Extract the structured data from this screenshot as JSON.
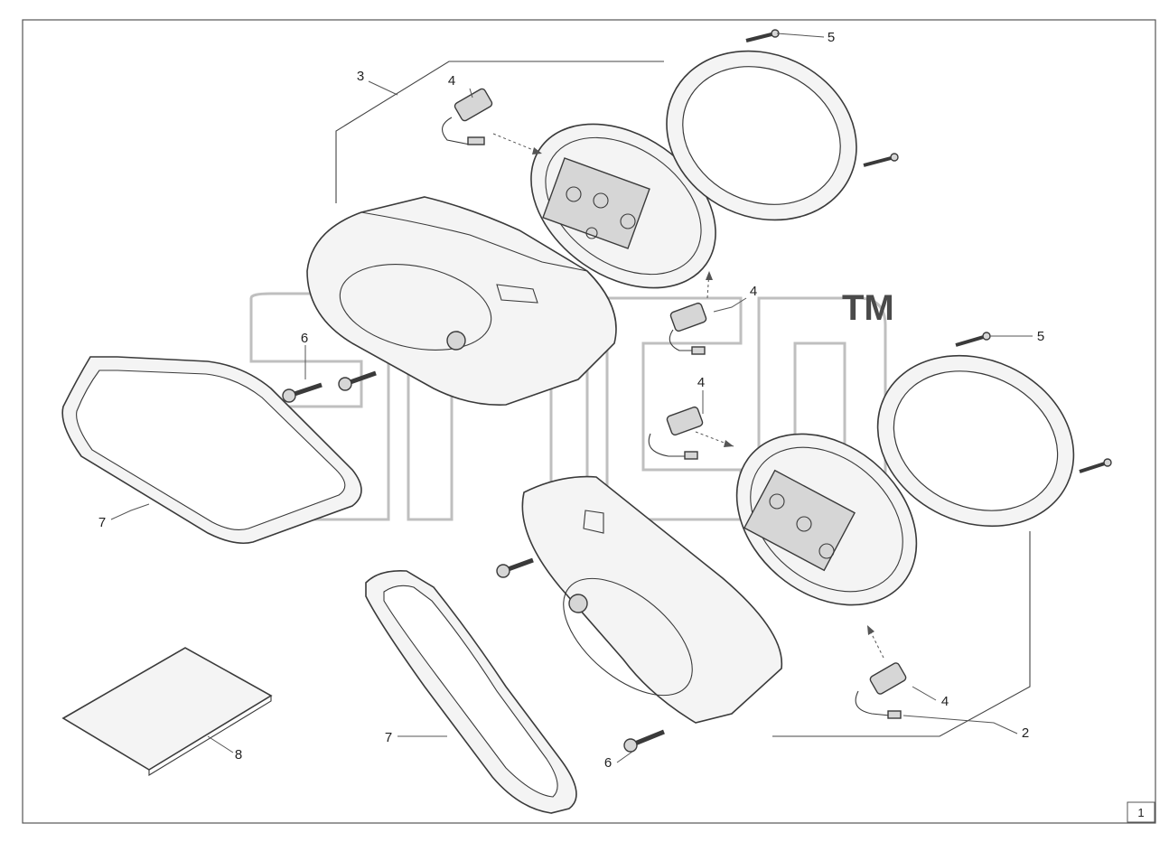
{
  "diagram": {
    "callouts": {
      "c1": "2",
      "c2": "3",
      "c3": "4",
      "c4": "4",
      "c5": "4",
      "c6": "4",
      "c7": "5",
      "c8": "5",
      "c9": "6",
      "c10": "6",
      "c11": "7",
      "c12": "7",
      "c13": "8"
    },
    "sheet_number": "1",
    "watermark_tm": "TM",
    "colors": {
      "line": "#3a3a3a",
      "fill": "#f4f4f4",
      "watermark": "#8a8a8a"
    }
  }
}
